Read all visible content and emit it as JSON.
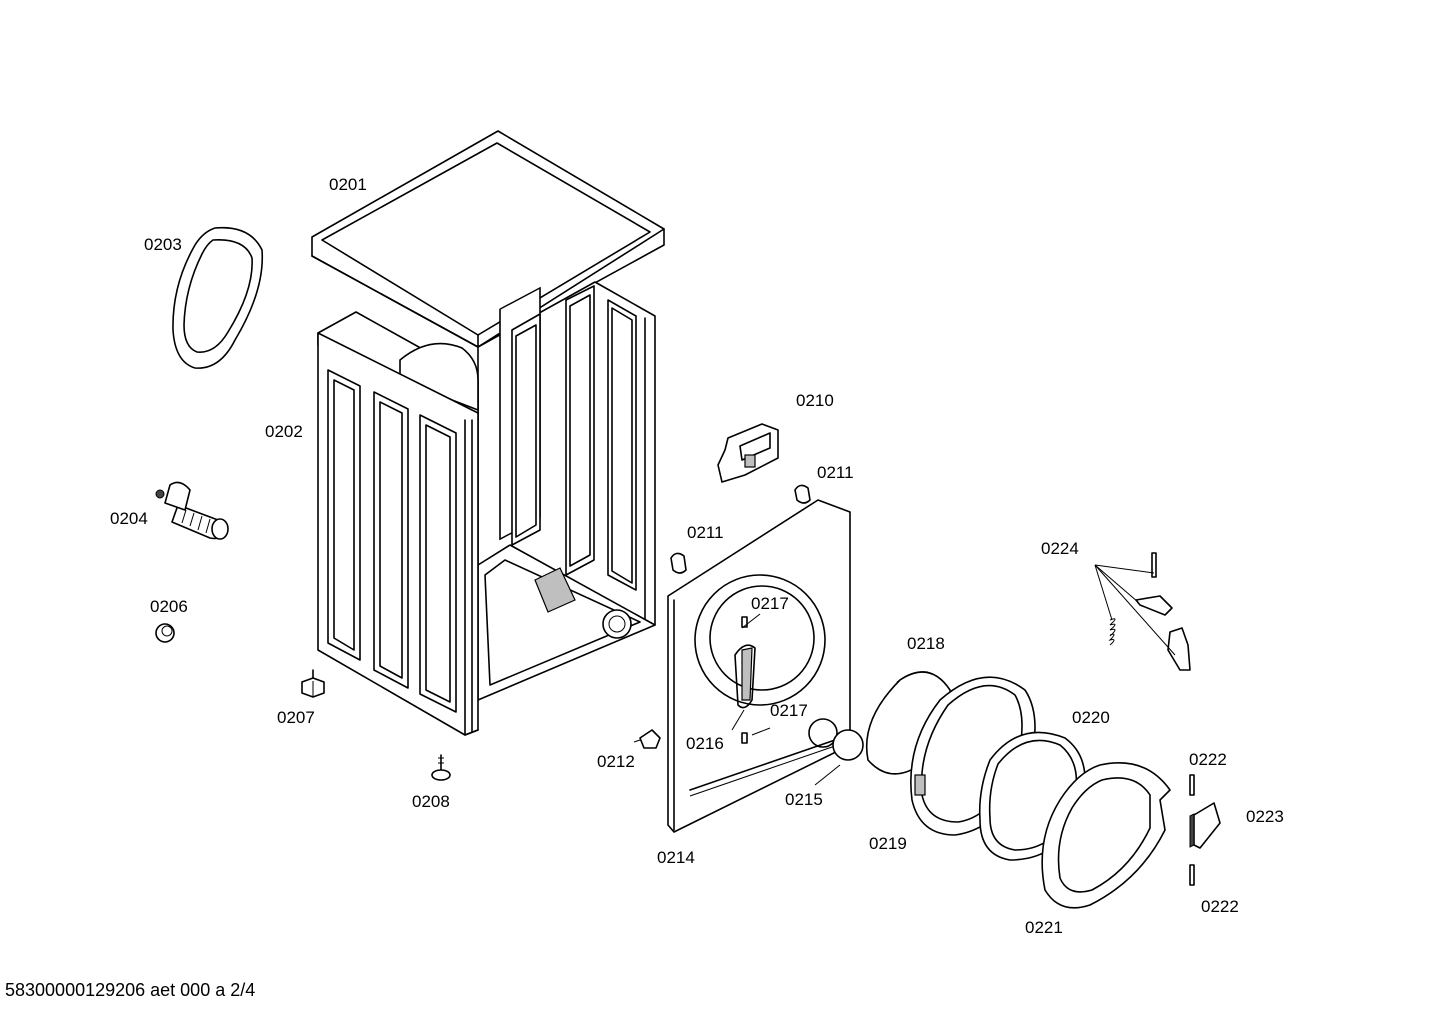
{
  "footer_text": "58300000129206 aet 000 a 2/4",
  "parts": {
    "p0201": "0201",
    "p0202": "0202",
    "p0203": "0203",
    "p0204": "0204",
    "p0206": "0206",
    "p0207": "0207",
    "p0208": "0208",
    "p0210": "0210",
    "p0211": "0211",
    "p0212": "0212",
    "p0214": "0214",
    "p0215": "0215",
    "p0216": "0216",
    "p0217": "0217",
    "p0218": "0218",
    "p0219": "0219",
    "p0220": "0220",
    "p0221": "0221",
    "p0222": "0222",
    "p0223": "0223",
    "p0224": "0224"
  }
}
